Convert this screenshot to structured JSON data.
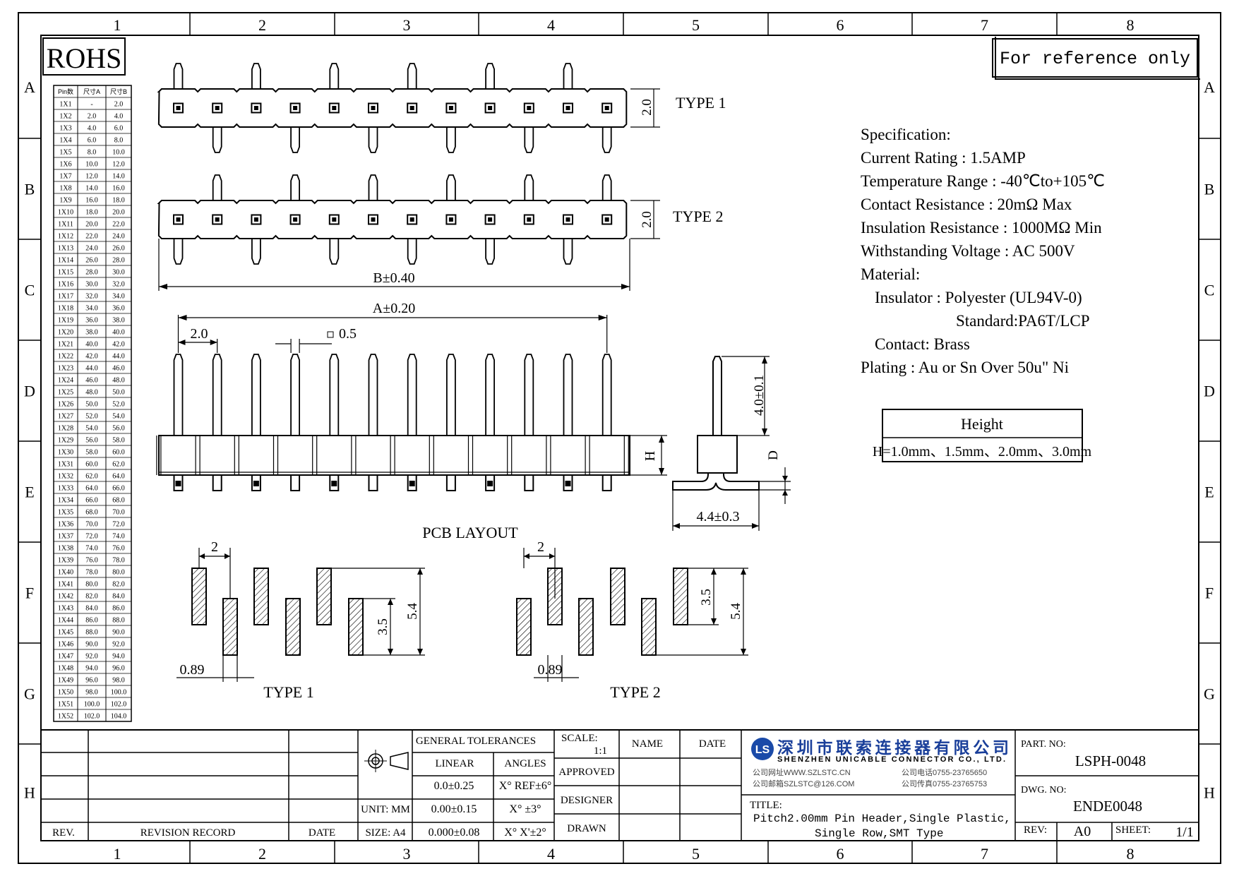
{
  "frame": {
    "cols": [
      "1",
      "2",
      "3",
      "4",
      "5",
      "6",
      "7",
      "8"
    ],
    "rows": [
      "A",
      "B",
      "C",
      "D",
      "E",
      "F",
      "G",
      "H"
    ]
  },
  "rohs": "ROHS",
  "reference_note": "For reference only",
  "pin_table": {
    "headers": [
      "Pin数",
      "尺寸A",
      "尺寸B"
    ],
    "rows": [
      [
        "1X1",
        "-",
        "2.0"
      ],
      [
        "1X2",
        "2.0",
        "4.0"
      ],
      [
        "1X3",
        "4.0",
        "6.0"
      ],
      [
        "1X4",
        "6.0",
        "8.0"
      ],
      [
        "1X5",
        "8.0",
        "10.0"
      ],
      [
        "1X6",
        "10.0",
        "12.0"
      ],
      [
        "1X7",
        "12.0",
        "14.0"
      ],
      [
        "1X8",
        "14.0",
        "16.0"
      ],
      [
        "1X9",
        "16.0",
        "18.0"
      ],
      [
        "1X10",
        "18.0",
        "20.0"
      ],
      [
        "1X11",
        "20.0",
        "22.0"
      ],
      [
        "1X12",
        "22.0",
        "24.0"
      ],
      [
        "1X13",
        "24.0",
        "26.0"
      ],
      [
        "1X14",
        "26.0",
        "28.0"
      ],
      [
        "1X15",
        "28.0",
        "30.0"
      ],
      [
        "1X16",
        "30.0",
        "32.0"
      ],
      [
        "1X17",
        "32.0",
        "34.0"
      ],
      [
        "1X18",
        "34.0",
        "36.0"
      ],
      [
        "1X19",
        "36.0",
        "38.0"
      ],
      [
        "1X20",
        "38.0",
        "40.0"
      ],
      [
        "1X21",
        "40.0",
        "42.0"
      ],
      [
        "1X22",
        "42.0",
        "44.0"
      ],
      [
        "1X23",
        "44.0",
        "46.0"
      ],
      [
        "1X24",
        "46.0",
        "48.0"
      ],
      [
        "1X25",
        "48.0",
        "50.0"
      ],
      [
        "1X26",
        "50.0",
        "52.0"
      ],
      [
        "1X27",
        "52.0",
        "54.0"
      ],
      [
        "1X28",
        "54.0",
        "56.0"
      ],
      [
        "1X29",
        "56.0",
        "58.0"
      ],
      [
        "1X30",
        "58.0",
        "60.0"
      ],
      [
        "1X31",
        "60.0",
        "62.0"
      ],
      [
        "1X32",
        "62.0",
        "64.0"
      ],
      [
        "1X33",
        "64.0",
        "66.0"
      ],
      [
        "1X34",
        "66.0",
        "68.0"
      ],
      [
        "1X35",
        "68.0",
        "70.0"
      ],
      [
        "1X36",
        "70.0",
        "72.0"
      ],
      [
        "1X37",
        "72.0",
        "74.0"
      ],
      [
        "1X38",
        "74.0",
        "76.0"
      ],
      [
        "1X39",
        "76.0",
        "78.0"
      ],
      [
        "1X40",
        "78.0",
        "80.0"
      ],
      [
        "1X41",
        "80.0",
        "82.0"
      ],
      [
        "1X42",
        "82.0",
        "84.0"
      ],
      [
        "1X43",
        "84.0",
        "86.0"
      ],
      [
        "1X44",
        "86.0",
        "88.0"
      ],
      [
        "1X45",
        "88.0",
        "90.0"
      ],
      [
        "1X46",
        "90.0",
        "92.0"
      ],
      [
        "1X47",
        "92.0",
        "94.0"
      ],
      [
        "1X48",
        "94.0",
        "96.0"
      ],
      [
        "1X49",
        "96.0",
        "98.0"
      ],
      [
        "1X50",
        "98.0",
        "100.0"
      ],
      [
        "1X51",
        "100.0",
        "102.0"
      ],
      [
        "1X52",
        "102.0",
        "104.0"
      ]
    ]
  },
  "drawing": {
    "type1": "TYPE 1",
    "type2": "TYPE 2",
    "dim_pitch_height": "2.0",
    "dim_b": "B±0.40",
    "dim_a": "A±0.20",
    "dim_pitch": "2.0",
    "dim_pin_square": "0.5",
    "dim_h": "H",
    "dim_pin_len": "4.0±0.1",
    "dim_d": "D",
    "dim_foot": "4.4±0.3",
    "pcb_layout": "PCB LAYOUT",
    "pcb_pitch": "2",
    "pcb_pad_w": "0.89",
    "pcb_pad_h": "3.5",
    "pcb_span": "5.4"
  },
  "spec": {
    "title": "Specification:",
    "lines": [
      "Current Rating : 1.5AMP",
      "Temperature Range : -40℃to+105℃",
      "Contact Resistance : 20mΩ Max",
      "Insulation Resistance : 1000MΩ Min",
      "Withstanding Voltage : AC 500V",
      "Material:"
    ],
    "insulator": "Insulator : Polyester (UL94V-0)",
    "standard": "Standard:PA6T/LCP",
    "contact": "Contact: Brass",
    "plating": "Plating : Au or Sn Over 50u\" Ni"
  },
  "height_box": {
    "title": "Height",
    "value": "H=1.0mm、1.5mm、2.0mm、3.0mm"
  },
  "title_block": {
    "rev_label": "REV.",
    "revision_record": "REVISION RECORD",
    "date": "DATE",
    "unit": "UNIT: MM",
    "size": "SIZE: A4",
    "general_tolerances": "GENERAL TOLERANCES",
    "linear": "LINEAR",
    "angles": "ANGLES",
    "tol_rows": [
      [
        "0.0±0.25",
        "X° REF±6°"
      ],
      [
        "0.00±0.15",
        "X° ±3°"
      ],
      [
        "0.000±0.08",
        "X° X'±2°"
      ]
    ],
    "scale_label": "SCALE:",
    "scale_value": "1:1",
    "name": "NAME",
    "date2": "DATE",
    "approved": "APPROVED",
    "designer": "DESIGNER",
    "drawn": "DRAWN",
    "company_cn": "深圳市联索连接器有限公司",
    "company_en": "SHENZHEN UNICABLE CONNECTOR CO., LTD.",
    "website": "公司网址WWW.SZLSTC.CN",
    "email": "公司邮箱SZLSTC@126.COM",
    "phone": "公司电话0755-23765650",
    "fax": "公司传真0755-23765753",
    "title_label": "TITLE:",
    "title_line1": "Pitch2.00mm Pin Header,Single Plastic,",
    "title_line2": "Single Row,SMT Type",
    "part_no_label": "PART. NO:",
    "part_no": "LSPH-0048",
    "dwg_no_label": "DWG. NO:",
    "dwg_no": "ENDE0048",
    "rev_label2": "REV:",
    "rev_value": "A0",
    "sheet_label": "SHEET:",
    "sheet_value": "1/1"
  }
}
